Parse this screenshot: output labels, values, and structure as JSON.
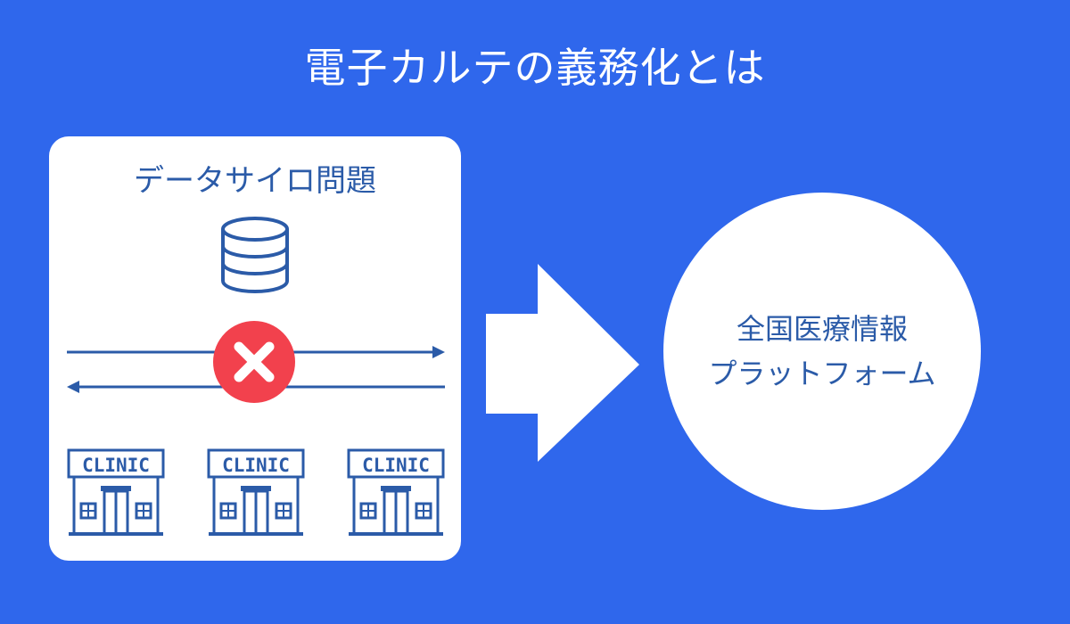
{
  "header": {
    "title": "電子カルテの義務化とは"
  },
  "left_panel": {
    "title": "データサイロ問題",
    "clinics": [
      {
        "label": "CLINIC"
      },
      {
        "label": "CLINIC"
      },
      {
        "label": "CLINIC"
      }
    ]
  },
  "right_circle": {
    "line1": "全国医療情報",
    "line2": "プラットフォーム"
  },
  "colors": {
    "background": "#2f67ec",
    "panel": "#ffffff",
    "accent_blue": "#2b5ba8",
    "blocked_red": "#f2414d"
  }
}
